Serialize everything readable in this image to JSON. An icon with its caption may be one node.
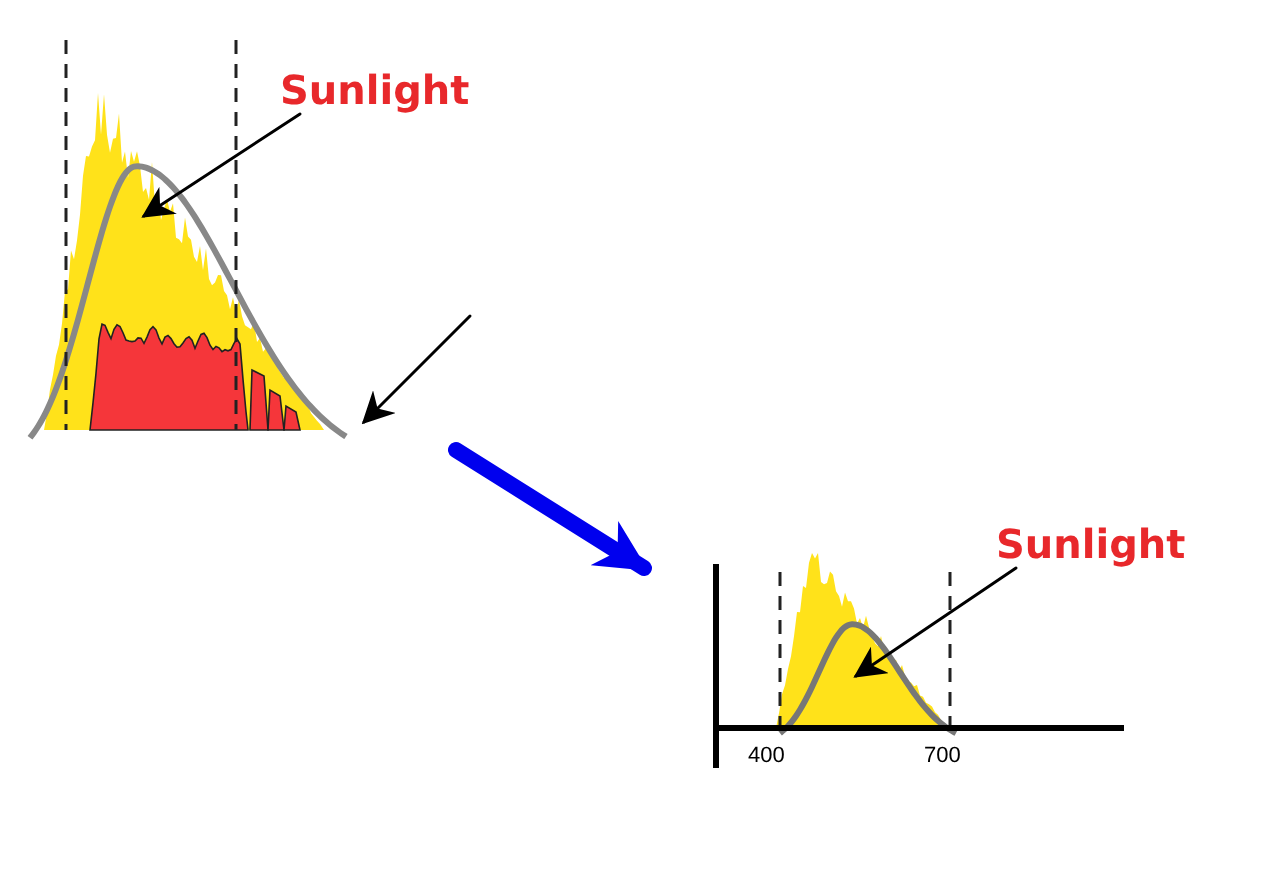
{
  "diagram": {
    "nodes": [
      {
        "text": [],
        "shape": "picture"
      },
      {
        "text": [
          "Sunlight"
        ]
      },
      {
        "text": [],
        "shape": "picture"
      },
      {
        "text": [
          "Sunlight"
        ]
      }
    ],
    "edges": [
      {
        "from": 1,
        "to": 0,
        "arrow": "to"
      },
      {
        "from": null,
        "to": 0,
        "arrow": "to"
      },
      {
        "from": 0,
        "to": 2,
        "arrow": "to",
        "style": "thick",
        "color": "#0000ee"
      },
      {
        "from": 3,
        "to": 2,
        "arrow": "to"
      }
    ],
    "labels": [
      "400",
      "700"
    ]
  }
}
